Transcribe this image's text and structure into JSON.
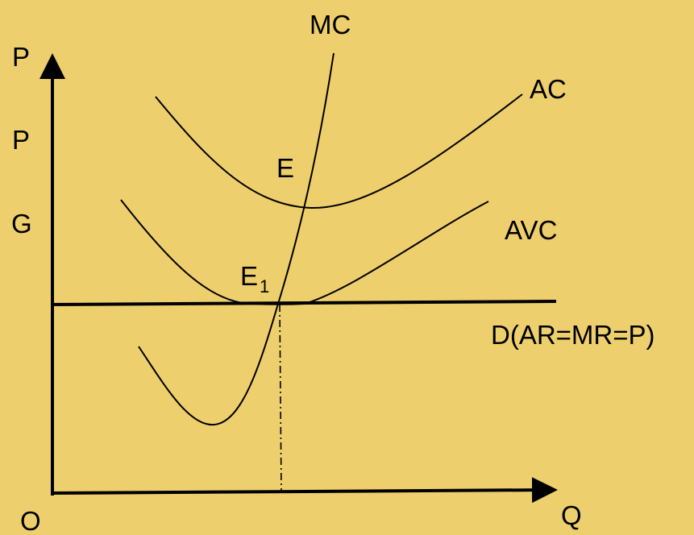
{
  "colors": {
    "background": "#eecf6d",
    "ink": "#000000"
  },
  "axes": {
    "y_label": "P",
    "x_label": "Q",
    "origin_label": "O",
    "y_side_labels": [
      "P",
      "G"
    ]
  },
  "curves": {
    "mc": "MC",
    "ac": "AC",
    "avc": "AVC",
    "demand": "D(AR=MR=P)"
  },
  "points": {
    "e": "E",
    "e1_base": "E",
    "e1_sub": "1"
  }
}
